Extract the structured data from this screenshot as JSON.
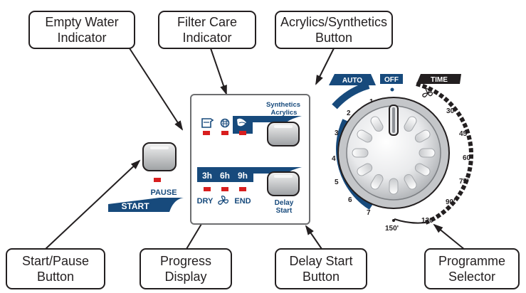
{
  "callouts": {
    "empty_water": "Empty Water\nIndicator",
    "filter_care": "Filter Care\nIndicator",
    "acrylics_synthetics": "Acrylics/Synthetics\nButton",
    "start_pause": "Start/Pause\nButton",
    "progress": "Progress\nDisplay",
    "delay_start": "Delay Start\nButton",
    "programme_selector": "Programme\nSelector"
  },
  "panel": {
    "synthetics": "Synthetics",
    "acrylics": "Acrylics",
    "hours": [
      "3h",
      "6h",
      "9h"
    ],
    "dry": "DRY",
    "end": "END",
    "delay": "Delay",
    "start": "Start",
    "pause": "PAUSE",
    "start_tab": "START"
  },
  "dial": {
    "auto": "AUTO",
    "off": "OFF",
    "time": "TIME",
    "auto_numbers": [
      "1",
      "2",
      "3",
      "4",
      "5",
      "6",
      "7"
    ],
    "time_marks": [
      "30'",
      "45'",
      "60'",
      "75'",
      "90'",
      "120'",
      "150'"
    ]
  },
  "colors": {
    "brand_blue": "#174a7c",
    "indicator_red": "#d81e1e"
  },
  "icons": [
    "jug-icon",
    "filter-icon",
    "wool-leaf-icon",
    "fan-icon"
  ]
}
